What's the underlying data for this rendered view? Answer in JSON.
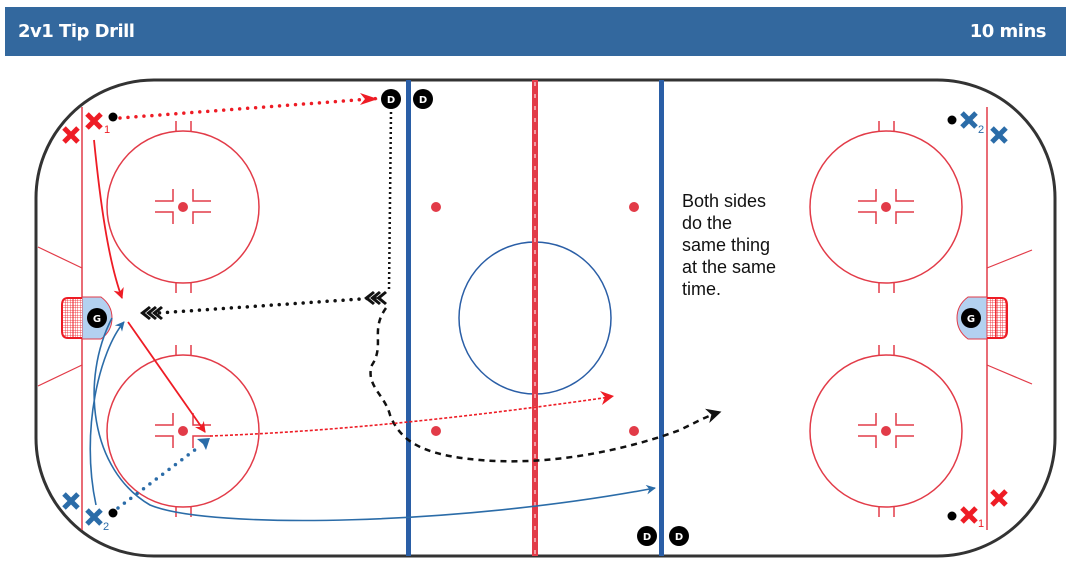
{
  "header": {
    "title": "2v1 Tip Drill",
    "duration": "10 mins",
    "background": "#33689e"
  },
  "diagram": {
    "note_lines": [
      "Both sides",
      "do the",
      "same thing",
      "at the same",
      "time."
    ],
    "colors": {
      "red_team": "#ee1c25",
      "blue_team": "#2b6ca8",
      "rink_red": "#e23b48",
      "rink_blue": "#2a5ea6",
      "crease": "#b3d1f0",
      "board": "#333333"
    },
    "players": {
      "left_red_x1_sub": "1",
      "left_blue_x2_sub": "2",
      "right_blue_x2_sub": "2",
      "right_red_x1_sub": "1"
    },
    "tokens": {
      "defense": "D",
      "goalie": "G"
    }
  }
}
